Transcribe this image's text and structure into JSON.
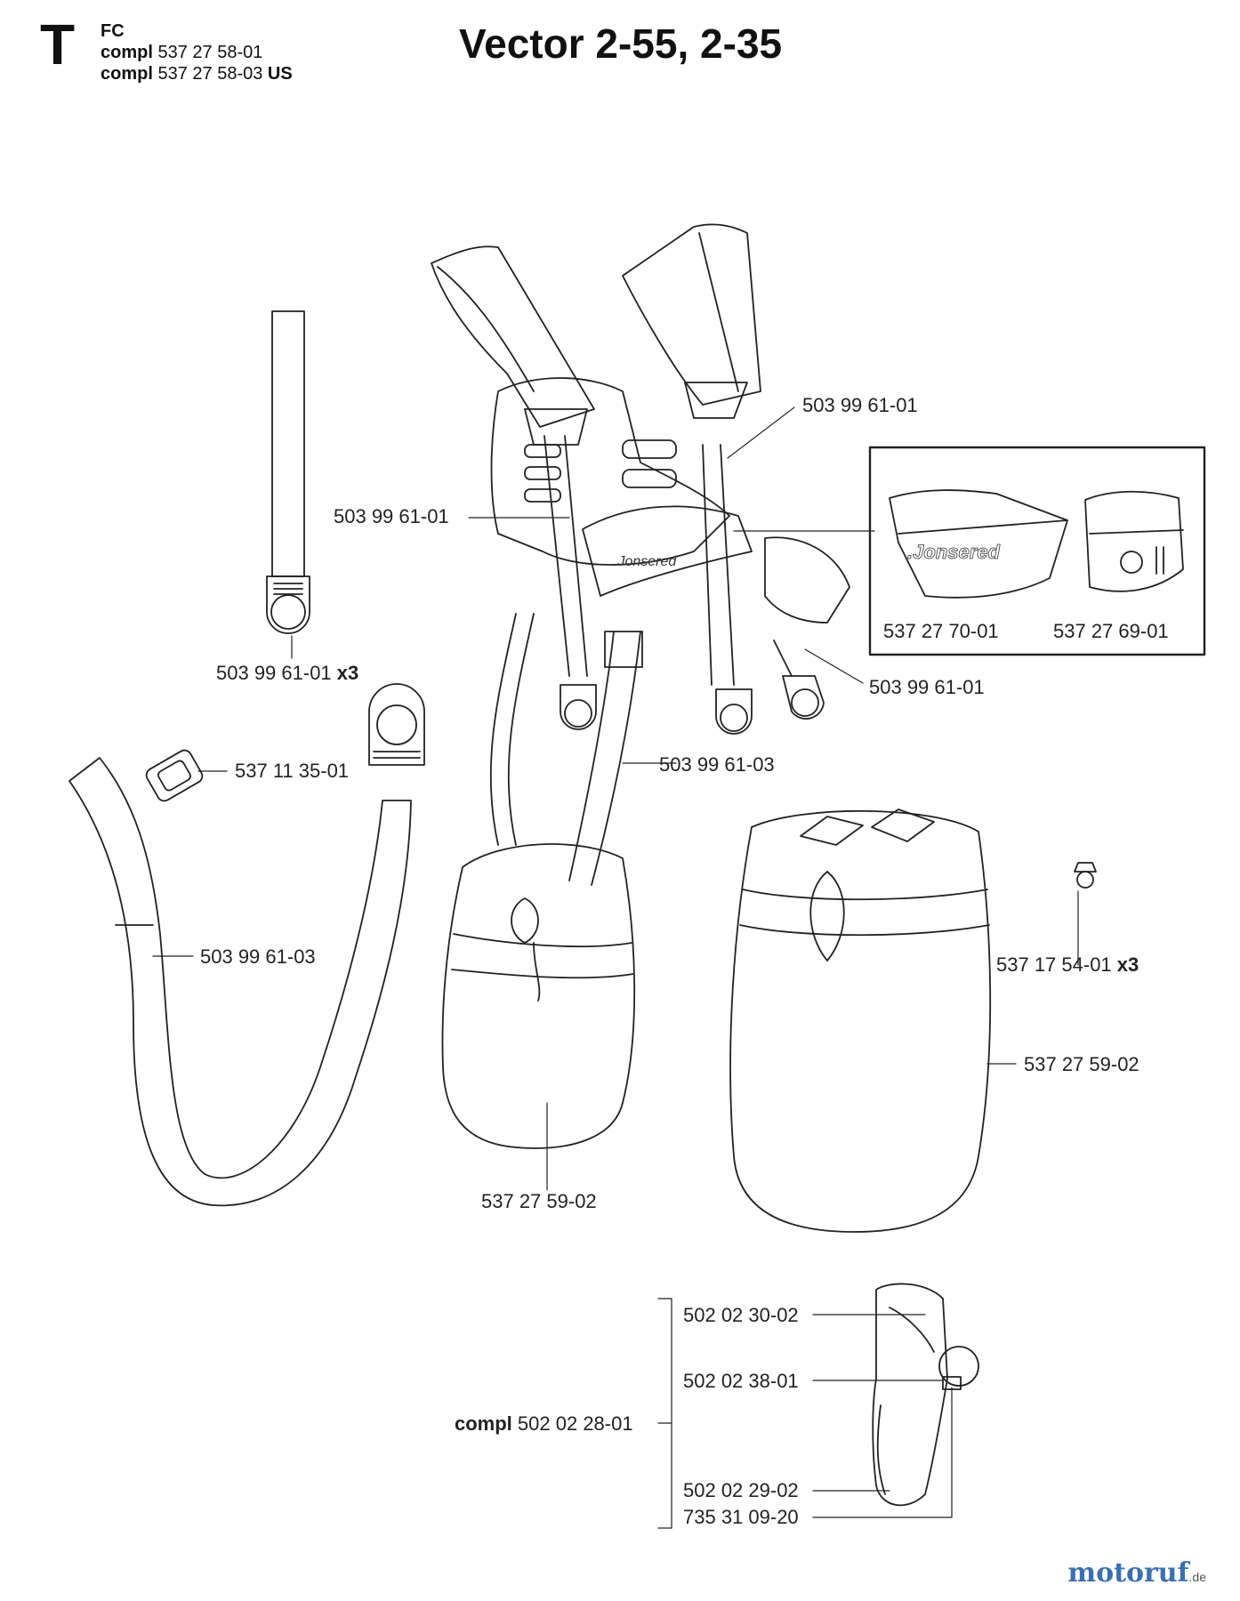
{
  "header": {
    "section": "T",
    "line1": "FC",
    "line2_prefix": "compl",
    "line2_num": "537 27 58-01",
    "line3_prefix": "compl",
    "line3_num": "537 27 58-03",
    "line3_suffix": "US",
    "title": "Vector 2-55, 2-35"
  },
  "parts": {
    "p_strap_single": "503 99 61-01",
    "p_strap_single_qty": "x3",
    "p_upper_right": "503 99 61-01",
    "p_left_harness": "503 99 61-01",
    "p_right_loop": "503 99 61-01",
    "p_inset_left": "537 27 70-01",
    "p_inset_right": "537 27 69-01",
    "p_buckle": "537 11 35-01",
    "p_center_strap": "503 99 61-03",
    "p_left_strap": "503 99 61-03",
    "p_hip_pad_left": "537 27 59-02",
    "p_hip_pad_right": "537 27 59-02",
    "p_screw": "537 17 54-01",
    "p_screw_qty": "x3",
    "p_hook_1": "502 02 30-02",
    "p_hook_2": "502 02 38-01",
    "p_hook_compl_prefix": "compl",
    "p_hook_compl": "502 02 28-01",
    "p_hook_3": "502 02 29-02",
    "p_hook_4": "735 31 09-20"
  },
  "inset_brand": ".Jonsered",
  "harness_brand": ".Jonsered",
  "watermark": {
    "text": "motoruf",
    "suffix": ".de"
  }
}
